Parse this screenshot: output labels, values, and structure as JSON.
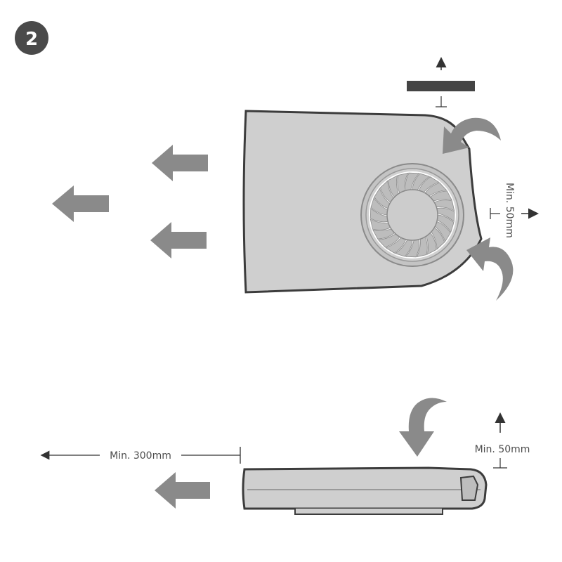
{
  "step": {
    "number": "2"
  },
  "clearances": {
    "right": "Min. 50mm",
    "top": "Min. 50mm",
    "rear": "Min. 300mm"
  },
  "colors": {
    "step_badge": "#4a4a4a",
    "device_body": "#cfcfcf",
    "device_outline": "#3c3c3c",
    "airflow_arrow": "#8a8a8a",
    "wall": "#444444",
    "dimension_line": "#333333"
  },
  "icons": {
    "fan": "fan-icon",
    "exhaust": "airflow-exhaust-arrow",
    "intake": "airflow-intake-arrow"
  }
}
